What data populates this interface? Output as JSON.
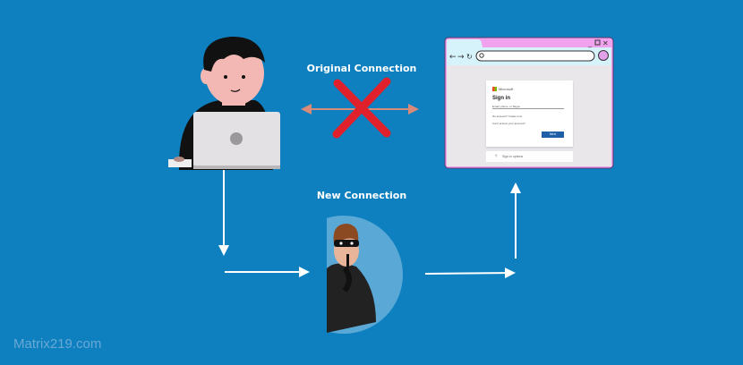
{
  "labels": {
    "original": "Original Connection",
    "new": "New Connection"
  },
  "original_connection_status": "blocked",
  "browser": {
    "window_controls": [
      "minimize-icon",
      "maximize-icon",
      "close-icon"
    ],
    "nav_icons": [
      "back-icon",
      "forward-icon",
      "refresh-icon",
      "search-icon"
    ],
    "signin": {
      "brand": "Microsoft",
      "title": "Sign in",
      "email_placeholder": "Email, phone, or Skype",
      "no_account": "No account? Create one!",
      "cant_access": "Can't access your account?",
      "next": "Next",
      "options": "Sign-in options"
    }
  },
  "watermark": "Matrix219.com",
  "colors": {
    "background": "#0e80c0",
    "cross": "#e0202a",
    "browser_frame": "#f0a2ee"
  }
}
